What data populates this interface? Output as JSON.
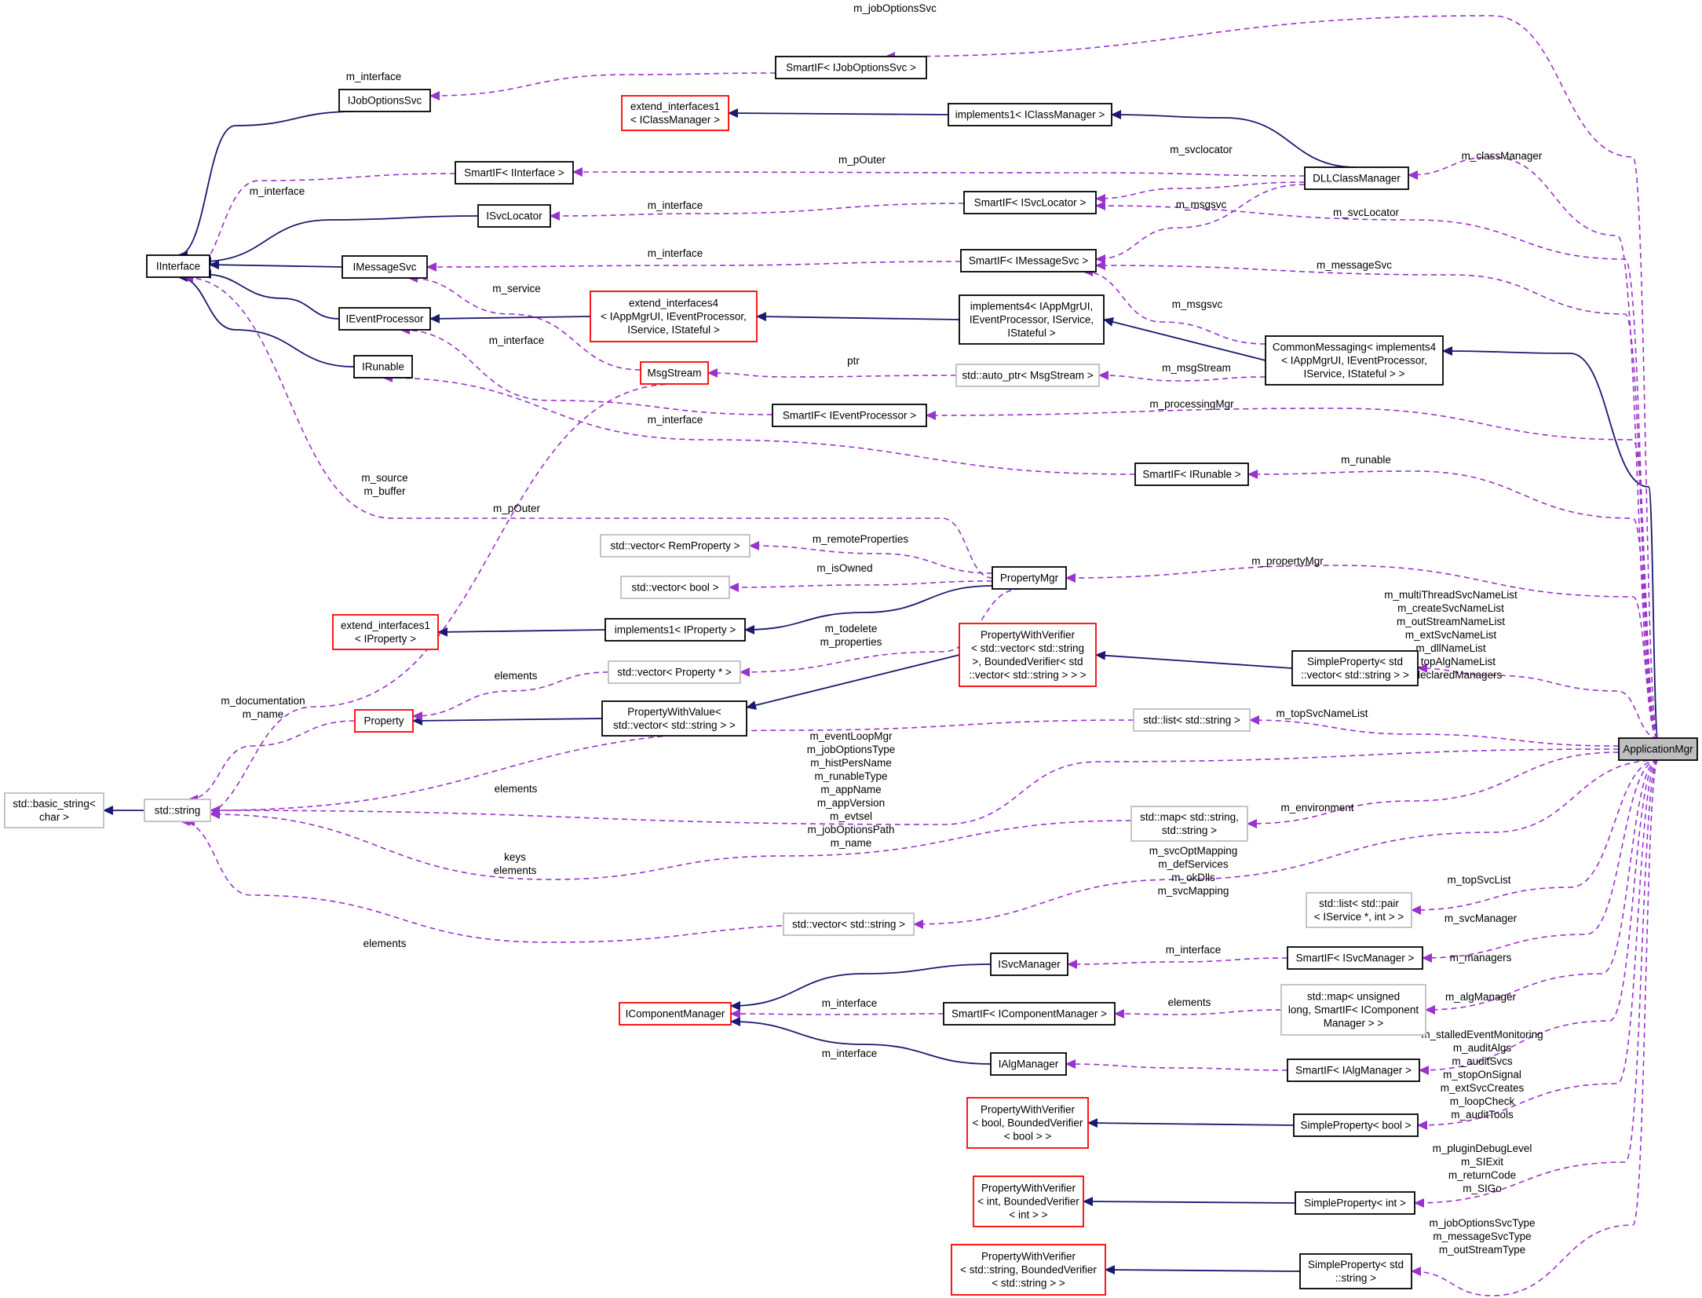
{
  "nodes": [
    {
      "id": "ApplicationMgr",
      "lines": [
        "ApplicationMgr"
      ],
      "style": "sel"
    },
    {
      "id": "CommonMessaging",
      "lines": [
        "CommonMessaging< implements4",
        "< IAppMgrUI, IEventProcessor,",
        "IService, IStateful > >"
      ],
      "style": "black"
    },
    {
      "id": "implements4",
      "lines": [
        "implements4< IAppMgrUI,",
        "IEventProcessor, IService,",
        "IStateful >"
      ],
      "style": "black"
    },
    {
      "id": "extend_interfaces4",
      "lines": [
        "extend_interfaces4",
        "< IAppMgrUI, IEventProcessor,",
        "IService, IStateful >"
      ],
      "style": "red"
    },
    {
      "id": "IEventProcessor",
      "lines": [
        "IEventProcessor"
      ],
      "style": "black"
    },
    {
      "id": "IInterface",
      "lines": [
        "IInterface"
      ],
      "style": "black"
    },
    {
      "id": "IJobOptionsSvc",
      "lines": [
        "IJobOptionsSvc"
      ],
      "style": "black"
    },
    {
      "id": "SmartIF_IJobOptionsSvc",
      "lines": [
        "SmartIF< IJobOptionsSvc >"
      ],
      "style": "black"
    },
    {
      "id": "extend_interfaces1_ICM",
      "lines": [
        "extend_interfaces1",
        "< IClassManager >"
      ],
      "style": "red"
    },
    {
      "id": "implements1_ICM",
      "lines": [
        "implements1< IClassManager >"
      ],
      "style": "black"
    },
    {
      "id": "DLLClassManager",
      "lines": [
        "DLLClassManager"
      ],
      "style": "black"
    },
    {
      "id": "SmartIF_IInterface",
      "lines": [
        "SmartIF< IInterface >"
      ],
      "style": "black"
    },
    {
      "id": "ISvcLocator",
      "lines": [
        "ISvcLocator"
      ],
      "style": "black"
    },
    {
      "id": "SmartIF_ISvcLocator",
      "lines": [
        "SmartIF< ISvcLocator >"
      ],
      "style": "black"
    },
    {
      "id": "IMessageSvc",
      "lines": [
        "IMessageSvc"
      ],
      "style": "black"
    },
    {
      "id": "SmartIF_IMessageSvc",
      "lines": [
        "SmartIF< IMessageSvc >"
      ],
      "style": "black"
    },
    {
      "id": "IRunable",
      "lines": [
        "IRunable"
      ],
      "style": "black"
    },
    {
      "id": "MsgStream",
      "lines": [
        "MsgStream"
      ],
      "style": "red"
    },
    {
      "id": "auto_ptr_MsgStream",
      "lines": [
        "std::auto_ptr< MsgStream >"
      ],
      "style": "gray"
    },
    {
      "id": "SmartIF_IEventProcessor",
      "lines": [
        "SmartIF< IEventProcessor >"
      ],
      "style": "black"
    },
    {
      "id": "SmartIF_IRunable",
      "lines": [
        "SmartIF< IRunable >"
      ],
      "style": "black"
    },
    {
      "id": "vector_RemProperty",
      "lines": [
        "std::vector< RemProperty >"
      ],
      "style": "gray"
    },
    {
      "id": "vector_bool",
      "lines": [
        "std::vector< bool >"
      ],
      "style": "gray"
    },
    {
      "id": "PropertyMgr",
      "lines": [
        "PropertyMgr"
      ],
      "style": "black"
    },
    {
      "id": "extend_interfaces1_IP",
      "lines": [
        "extend_interfaces1",
        "< IProperty >"
      ],
      "style": "red"
    },
    {
      "id": "implements1_IP",
      "lines": [
        "implements1< IProperty >"
      ],
      "style": "black"
    },
    {
      "id": "PWV_vecstring",
      "lines": [
        "PropertyWithVerifier",
        "< std::vector< std::string",
        ">, BoundedVerifier< std",
        "::vector< std::string > > >"
      ],
      "style": "red"
    },
    {
      "id": "SP_vecstring",
      "lines": [
        "SimpleProperty< std",
        "::vector< std::string > >"
      ],
      "style": "black"
    },
    {
      "id": "vector_Property",
      "lines": [
        "std::vector< Property * >"
      ],
      "style": "gray"
    },
    {
      "id": "Property",
      "lines": [
        "Property"
      ],
      "style": "red"
    },
    {
      "id": "PWValue_vecstring",
      "lines": [
        "PropertyWithValue<",
        "std::vector< std::string > >"
      ],
      "style": "black"
    },
    {
      "id": "list_string",
      "lines": [
        "std::list< std::string >"
      ],
      "style": "gray"
    },
    {
      "id": "basic_string",
      "lines": [
        "std::basic_string<",
        "char >"
      ],
      "style": "gray"
    },
    {
      "id": "std_string",
      "lines": [
        "std::string"
      ],
      "style": "gray"
    },
    {
      "id": "map_string_string",
      "lines": [
        "std::map< std::string,",
        "std::string >"
      ],
      "style": "gray"
    },
    {
      "id": "list_pair",
      "lines": [
        "std::list< std::pair",
        "< IService *, int > >"
      ],
      "style": "gray"
    },
    {
      "id": "vector_string",
      "lines": [
        "std::vector< std::string >"
      ],
      "style": "gray"
    },
    {
      "id": "ISvcManager",
      "lines": [
        "ISvcManager"
      ],
      "style": "black"
    },
    {
      "id": "SmartIF_ISvcManager",
      "lines": [
        "SmartIF< ISvcManager >"
      ],
      "style": "black"
    },
    {
      "id": "IComponentManager",
      "lines": [
        "IComponentManager"
      ],
      "style": "red"
    },
    {
      "id": "SmartIF_IComponentManager",
      "lines": [
        "SmartIF< IComponentManager >"
      ],
      "style": "black"
    },
    {
      "id": "map_ulong",
      "lines": [
        "std::map< unsigned",
        "long, SmartIF< IComponent",
        "Manager > >"
      ],
      "style": "gray"
    },
    {
      "id": "IAlgManager",
      "lines": [
        "IAlgManager"
      ],
      "style": "black"
    },
    {
      "id": "SmartIF_IAlgManager",
      "lines": [
        "SmartIF< IAlgManager >"
      ],
      "style": "black"
    },
    {
      "id": "PWV_bool",
      "lines": [
        "PropertyWithVerifier",
        "< bool, BoundedVerifier",
        "< bool > >"
      ],
      "style": "red"
    },
    {
      "id": "SP_bool",
      "lines": [
        "SimpleProperty< bool >"
      ],
      "style": "black"
    },
    {
      "id": "PWV_int",
      "lines": [
        "PropertyWithVerifier",
        "< int, BoundedVerifier",
        "< int > >"
      ],
      "style": "red"
    },
    {
      "id": "SP_int",
      "lines": [
        "SimpleProperty< int >"
      ],
      "style": "black"
    },
    {
      "id": "PWV_string",
      "lines": [
        "PropertyWithVerifier",
        "< std::string, BoundedVerifier",
        "< std::string > >"
      ],
      "style": "red"
    },
    {
      "id": "SP_string",
      "lines": [
        "SimpleProperty< std",
        "::string >"
      ],
      "style": "black"
    }
  ],
  "edges": [
    {
      "from": "CommonMessaging",
      "to": "ApplicationMgr",
      "kind": "inheritance"
    },
    {
      "from": "implements4",
      "to": "CommonMessaging",
      "kind": "inheritance"
    },
    {
      "from": "extend_interfaces4",
      "to": "implements4",
      "kind": "inheritance"
    },
    {
      "from": "IEventProcessor",
      "to": "extend_interfaces4",
      "kind": "inheritance"
    },
    {
      "from": "IInterface",
      "to": "IEventProcessor",
      "kind": "inheritance"
    },
    {
      "from": "IInterface",
      "to": "IJobOptionsSvc",
      "kind": "inheritance"
    },
    {
      "from": "IInterface",
      "to": "ISvcLocator",
      "kind": "inheritance"
    },
    {
      "from": "IInterface",
      "to": "IMessageSvc",
      "kind": "inheritance"
    },
    {
      "from": "IInterface",
      "to": "IRunable",
      "kind": "inheritance"
    },
    {
      "from": "extend_interfaces1_ICM",
      "to": "implements1_ICM",
      "kind": "inheritance"
    },
    {
      "from": "implements1_ICM",
      "to": "DLLClassManager",
      "kind": "inheritance"
    },
    {
      "from": "extend_interfaces1_IP",
      "to": "implements1_IP",
      "kind": "inheritance"
    },
    {
      "from": "implements1_IP",
      "to": "PropertyMgr",
      "kind": "inheritance"
    },
    {
      "from": "Property",
      "to": "PWValue_vecstring",
      "kind": "inheritance"
    },
    {
      "from": "PWValue_vecstring",
      "to": "PWV_vecstring",
      "kind": "inheritance"
    },
    {
      "from": "PWV_vecstring",
      "to": "SP_vecstring",
      "kind": "inheritance"
    },
    {
      "from": "basic_string",
      "to": "std_string",
      "kind": "inheritance"
    },
    {
      "from": "IComponentManager",
      "to": "ISvcManager",
      "kind": "inheritance"
    },
    {
      "from": "IComponentManager",
      "to": "IAlgManager",
      "kind": "inheritance"
    },
    {
      "from": "PWV_bool",
      "to": "SP_bool",
      "kind": "inheritance"
    },
    {
      "from": "PWV_int",
      "to": "SP_int",
      "kind": "inheritance"
    },
    {
      "from": "PWV_string",
      "to": "SP_string",
      "kind": "inheritance"
    },
    {
      "from": "SmartIF_IJobOptionsSvc",
      "to": "IJobOptionsSvc",
      "kind": "usage",
      "label": [
        "m_interface"
      ]
    },
    {
      "from": "ApplicationMgr",
      "to": "SmartIF_IJobOptionsSvc",
      "kind": "usage",
      "label": [
        "m_jobOptionsSvc"
      ]
    },
    {
      "from": "DLLClassManager",
      "to": "SmartIF_IInterface",
      "kind": "usage",
      "label": [
        "m_pOuter"
      ]
    },
    {
      "from": "SmartIF_IInterface",
      "to": "IInterface",
      "kind": "usage",
      "label": [
        "m_interface"
      ]
    },
    {
      "from": "SmartIF_ISvcLocator",
      "to": "ISvcLocator",
      "kind": "usage",
      "label": [
        "m_interface"
      ]
    },
    {
      "from": "DLLClassManager",
      "to": "SmartIF_ISvcLocator",
      "kind": "usage",
      "label": [
        "m_svclocator"
      ]
    },
    {
      "from": "DLLClassManager",
      "to": "SmartIF_IMessageSvc",
      "kind": "usage",
      "label": [
        "m_msgsvc"
      ]
    },
    {
      "from": "ApplicationMgr",
      "to": "DLLClassManager",
      "kind": "usage",
      "label": [
        "m_classManager"
      ]
    },
    {
      "from": "ApplicationMgr",
      "to": "SmartIF_ISvcLocator",
      "kind": "usage",
      "label": [
        "m_svcLocator"
      ]
    },
    {
      "from": "SmartIF_IMessageSvc",
      "to": "IMessageSvc",
      "kind": "usage",
      "label": [
        "m_interface"
      ]
    },
    {
      "from": "ApplicationMgr",
      "to": "SmartIF_IMessageSvc",
      "kind": "usage",
      "label": [
        "m_messageSvc"
      ]
    },
    {
      "from": "CommonMessaging",
      "to": "SmartIF_IMessageSvc",
      "kind": "usage",
      "label": [
        "m_msgsvc"
      ]
    },
    {
      "from": "MsgStream",
      "to": "IMessageSvc",
      "kind": "usage",
      "label": [
        "m_service"
      ]
    },
    {
      "from": "auto_ptr_MsgStream",
      "to": "MsgStream",
      "kind": "usage",
      "label": [
        "ptr"
      ]
    },
    {
      "from": "CommonMessaging",
      "to": "auto_ptr_MsgStream",
      "kind": "usage",
      "label": [
        "m_msgStream"
      ]
    },
    {
      "from": "SmartIF_IEventProcessor",
      "to": "IEventProcessor",
      "kind": "usage",
      "label": [
        "m_interface"
      ]
    },
    {
      "from": "ApplicationMgr",
      "to": "SmartIF_IEventProcessor",
      "kind": "usage",
      "label": [
        "m_processingMgr"
      ]
    },
    {
      "from": "SmartIF_IRunable",
      "to": "IRunable",
      "kind": "usage",
      "label": [
        "m_interface"
      ]
    },
    {
      "from": "ApplicationMgr",
      "to": "SmartIF_IRunable",
      "kind": "usage",
      "label": [
        "m_runable"
      ]
    },
    {
      "from": "MsgStream",
      "to": "std_string",
      "kind": "usage",
      "label": [
        "m_source",
        "m_buffer"
      ]
    },
    {
      "from": "PropertyMgr",
      "to": "IInterface",
      "kind": "usage",
      "label": [
        "m_pOuter"
      ]
    },
    {
      "from": "PropertyMgr",
      "to": "vector_RemProperty",
      "kind": "usage",
      "label": [
        "m_remoteProperties"
      ]
    },
    {
      "from": "PropertyMgr",
      "to": "vector_bool",
      "kind": "usage",
      "label": [
        "m_isOwned"
      ]
    },
    {
      "from": "ApplicationMgr",
      "to": "PropertyMgr",
      "kind": "usage",
      "label": [
        "m_propertyMgr"
      ]
    },
    {
      "from": "PropertyMgr",
      "to": "vector_Property",
      "kind": "usage",
      "label": [
        "m_todelete",
        "m_properties"
      ]
    },
    {
      "from": "vector_Property",
      "to": "Property",
      "kind": "usage",
      "label": [
        "elements"
      ]
    },
    {
      "from": "ApplicationMgr",
      "to": "SP_vecstring",
      "kind": "usage",
      "label": [
        "m_multiThreadSvcNameList",
        "m_createSvcNameList",
        "m_outStreamNameList",
        "m_extSvcNameList",
        "m_dllNameList",
        "m_topAlgNameList",
        "m_declaredManagers"
      ]
    },
    {
      "from": "Property",
      "to": "std_string",
      "kind": "usage",
      "label": [
        "m_documentation",
        "m_name"
      ]
    },
    {
      "from": "list_string",
      "to": "std_string",
      "kind": "usage",
      "label": [
        "elements"
      ]
    },
    {
      "from": "ApplicationMgr",
      "to": "list_string",
      "kind": "usage",
      "label": [
        "m_topSvcNameList"
      ]
    },
    {
      "from": "ApplicationMgr",
      "to": "std_string",
      "kind": "usage",
      "label": [
        "m_eventLoopMgr",
        "m_jobOptionsType",
        "m_histPersName",
        "m_runableType",
        "m_appName",
        "m_appVersion",
        "m_evtsel",
        "m_jobOptionsPath",
        "m_name"
      ]
    },
    {
      "from": "map_string_string",
      "to": "std_string",
      "kind": "usage",
      "label": [
        "keys",
        "elements"
      ]
    },
    {
      "from": "ApplicationMgr",
      "to": "map_string_string",
      "kind": "usage",
      "label": [
        "m_environment"
      ]
    },
    {
      "from": "ApplicationMgr",
      "to": "vector_string",
      "kind": "usage",
      "label": [
        "m_svcOptMapping",
        "m_defServices",
        "m_okDlls",
        "m_svcMapping"
      ]
    },
    {
      "from": "vector_string",
      "to": "std_string",
      "kind": "usage",
      "label": [
        "elements"
      ]
    },
    {
      "from": "ApplicationMgr",
      "to": "list_pair",
      "kind": "usage",
      "label": [
        "m_topSvcList"
      ]
    },
    {
      "from": "SmartIF_ISvcManager",
      "to": "ISvcManager",
      "kind": "usage",
      "label": [
        "m_interface"
      ]
    },
    {
      "from": "ApplicationMgr",
      "to": "SmartIF_ISvcManager",
      "kind": "usage",
      "label": [
        "m_svcManager"
      ]
    },
    {
      "from": "SmartIF_IComponentManager",
      "to": "IComponentManager",
      "kind": "usage",
      "label": [
        "m_interface"
      ]
    },
    {
      "from": "map_ulong",
      "to": "SmartIF_IComponentManager",
      "kind": "usage",
      "label": [
        "elements"
      ]
    },
    {
      "from": "ApplicationMgr",
      "to": "map_ulong",
      "kind": "usage",
      "label": [
        "m_managers"
      ]
    },
    {
      "from": "SmartIF_IAlgManager",
      "to": "IAlgManager",
      "kind": "usage",
      "label": [
        "m_interface"
      ]
    },
    {
      "from": "ApplicationMgr",
      "to": "SmartIF_IAlgManager",
      "kind": "usage",
      "label": [
        "m_algManager"
      ]
    },
    {
      "from": "ApplicationMgr",
      "to": "SP_bool",
      "kind": "usage",
      "label": [
        "m_stalledEventMonitoring",
        "m_auditAlgs",
        "m_auditSvcs",
        "m_stopOnSignal",
        "m_extSvcCreates",
        "m_loopCheck",
        "m_auditTools"
      ]
    },
    {
      "from": "ApplicationMgr",
      "to": "SP_int",
      "kind": "usage",
      "label": [
        "m_pluginDebugLevel",
        "m_SIExit",
        "m_returnCode",
        "m_SIGo"
      ]
    },
    {
      "from": "ApplicationMgr",
      "to": "SP_string",
      "kind": "usage",
      "label": [
        "m_jobOptionsSvcType",
        "m_messageSvcType",
        "m_outStreamType"
      ]
    }
  ],
  "colors": {
    "inheritance": "#191970",
    "usage": "#9a32cd",
    "red_border": "#ff0000",
    "gray_border": "#bfbfbf",
    "selected_fill": "#bfbfbf"
  }
}
